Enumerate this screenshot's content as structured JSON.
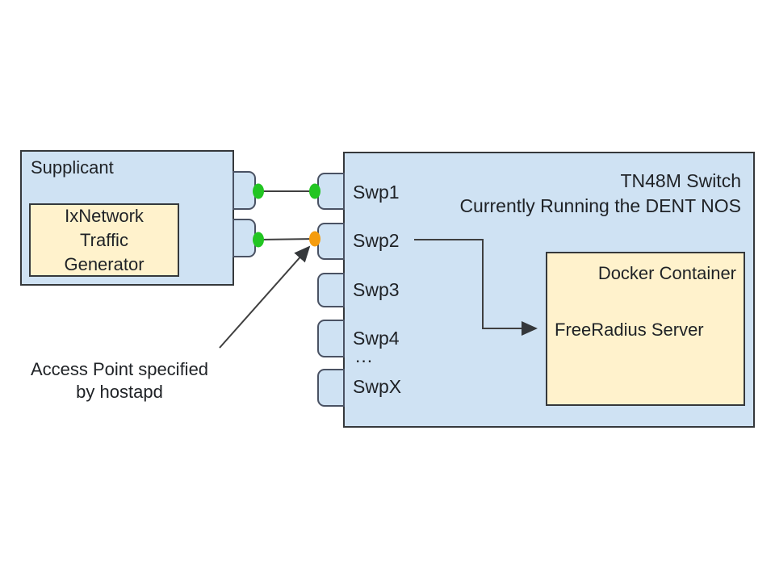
{
  "diagram": {
    "supplicant": {
      "label": "Supplicant",
      "traffic_generator": {
        "line1": "IxNetwork",
        "line2": "Traffic",
        "line3": "Generator"
      }
    },
    "switch": {
      "title_line1": "TN48M Switch",
      "title_line2": "Currently Running the DENT NOS",
      "ports": [
        "Swp1",
        "Swp2",
        "Swp3",
        "Swp4",
        "SwpX"
      ],
      "ports_ellipsis": "...",
      "docker_container": {
        "label": "Docker Container",
        "service": "FreeRadius Server"
      }
    },
    "annotation": {
      "line1": "Access Point specified",
      "line2": "by hostapd"
    },
    "colors": {
      "node_fill": "#cfe2f3",
      "highlight_fill": "#fff2cc",
      "connected_port_dot": "#22c522",
      "access_point_dot": "#f59c0e",
      "connector_line": "#3f3f3f"
    }
  }
}
